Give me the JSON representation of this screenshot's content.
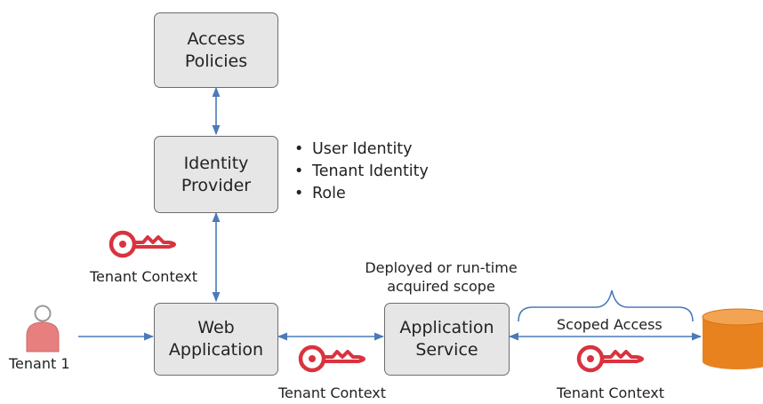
{
  "colors": {
    "box_fill": "#e6e6e6",
    "box_border": "#6d6d6d",
    "arrow": "#4a7ab8",
    "key": "#d9333f",
    "database": "#e8821f",
    "user_icon": "#e87f7f"
  },
  "nodes": {
    "access_policies": {
      "line1": "Access",
      "line2": "Policies"
    },
    "identity_provider": {
      "line1": "Identity",
      "line2": "Provider"
    },
    "web_application": {
      "line1": "Web",
      "line2": "Application"
    },
    "application_service": {
      "line1": "Application",
      "line2": "Service"
    }
  },
  "claims": [
    "User Identity",
    "Tenant Identity",
    "Role"
  ],
  "tenant": {
    "label": "Tenant 1",
    "icon": "user-icon"
  },
  "keys": {
    "idp_web": {
      "label": "Tenant Context",
      "icon": "key-icon"
    },
    "web_service": {
      "label": "Tenant Context",
      "icon": "key-icon"
    },
    "service_db": {
      "label": "Tenant Context",
      "icon": "key-icon"
    }
  },
  "scope_note": {
    "line1": "Deployed or run-time",
    "line2": "acquired scope"
  },
  "scoped_access": "Scoped Access",
  "database": {
    "icon": "database-icon"
  }
}
